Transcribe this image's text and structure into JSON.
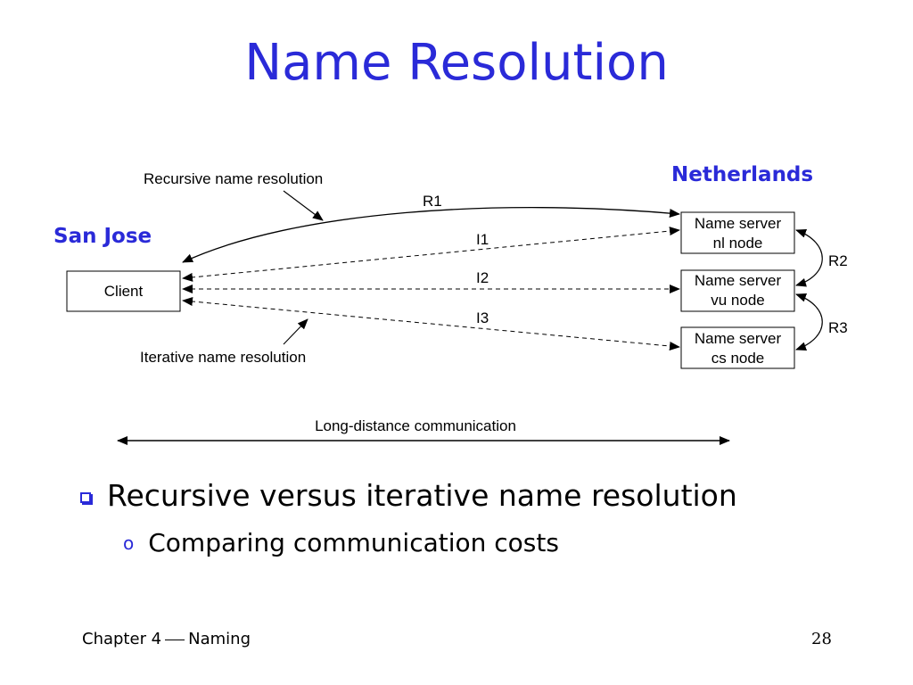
{
  "slide": {
    "title": "Name Resolution"
  },
  "diagram": {
    "places": {
      "left": "San Jose",
      "right": "Netherlands"
    },
    "client_label": "Client",
    "servers": [
      {
        "line1": "Name server",
        "line2": "nl node"
      },
      {
        "line1": "Name server",
        "line2": "vu node"
      },
      {
        "line1": "Name server",
        "line2": "cs node"
      }
    ],
    "message_labels": {
      "r1": "R1",
      "r2": "R2",
      "r3": "R3",
      "i1": "I1",
      "i2": "I2",
      "i3": "I3"
    },
    "annotations": {
      "recursive": "Recursive name resolution",
      "iterative": "Iterative name resolution",
      "long_distance": "Long-distance communication"
    }
  },
  "bullets": [
    {
      "text": "Recursive versus iterative name resolution"
    },
    {
      "marker": "o",
      "text": "Comparing communication costs"
    }
  ],
  "footer": {
    "chapter": "Chapter 4",
    "topic": "Naming",
    "page_number": "28"
  },
  "colors": {
    "accent": "#2a2ad8",
    "text": "#000000"
  }
}
